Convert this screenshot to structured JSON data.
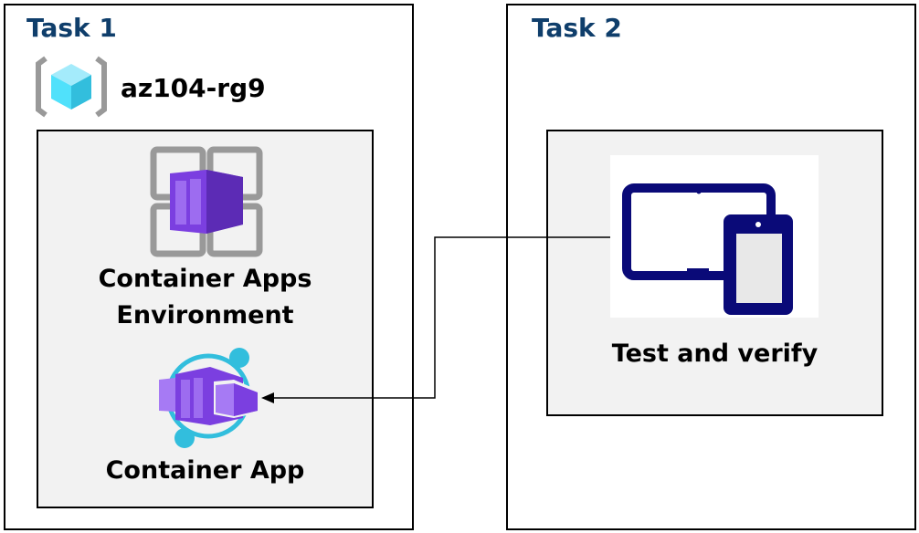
{
  "task1": {
    "title": "Task 1",
    "resource_group": {
      "name": "az104-rg9",
      "icon": "resource-group-icon"
    },
    "environment": {
      "label_line1": "Container Apps",
      "label_line2": "Environment",
      "icon": "container-apps-environment-icon"
    },
    "app": {
      "label": "Container App",
      "icon": "container-app-icon"
    }
  },
  "task2": {
    "title": "Task 2",
    "test": {
      "label": "Test and verify",
      "icon": "devices-icon"
    }
  },
  "colors": {
    "task_title": "#0f3e6b",
    "container_purple": "#7b3fe0",
    "accent_cyan": "#32bedd",
    "device_navy": "#0a0a78"
  }
}
